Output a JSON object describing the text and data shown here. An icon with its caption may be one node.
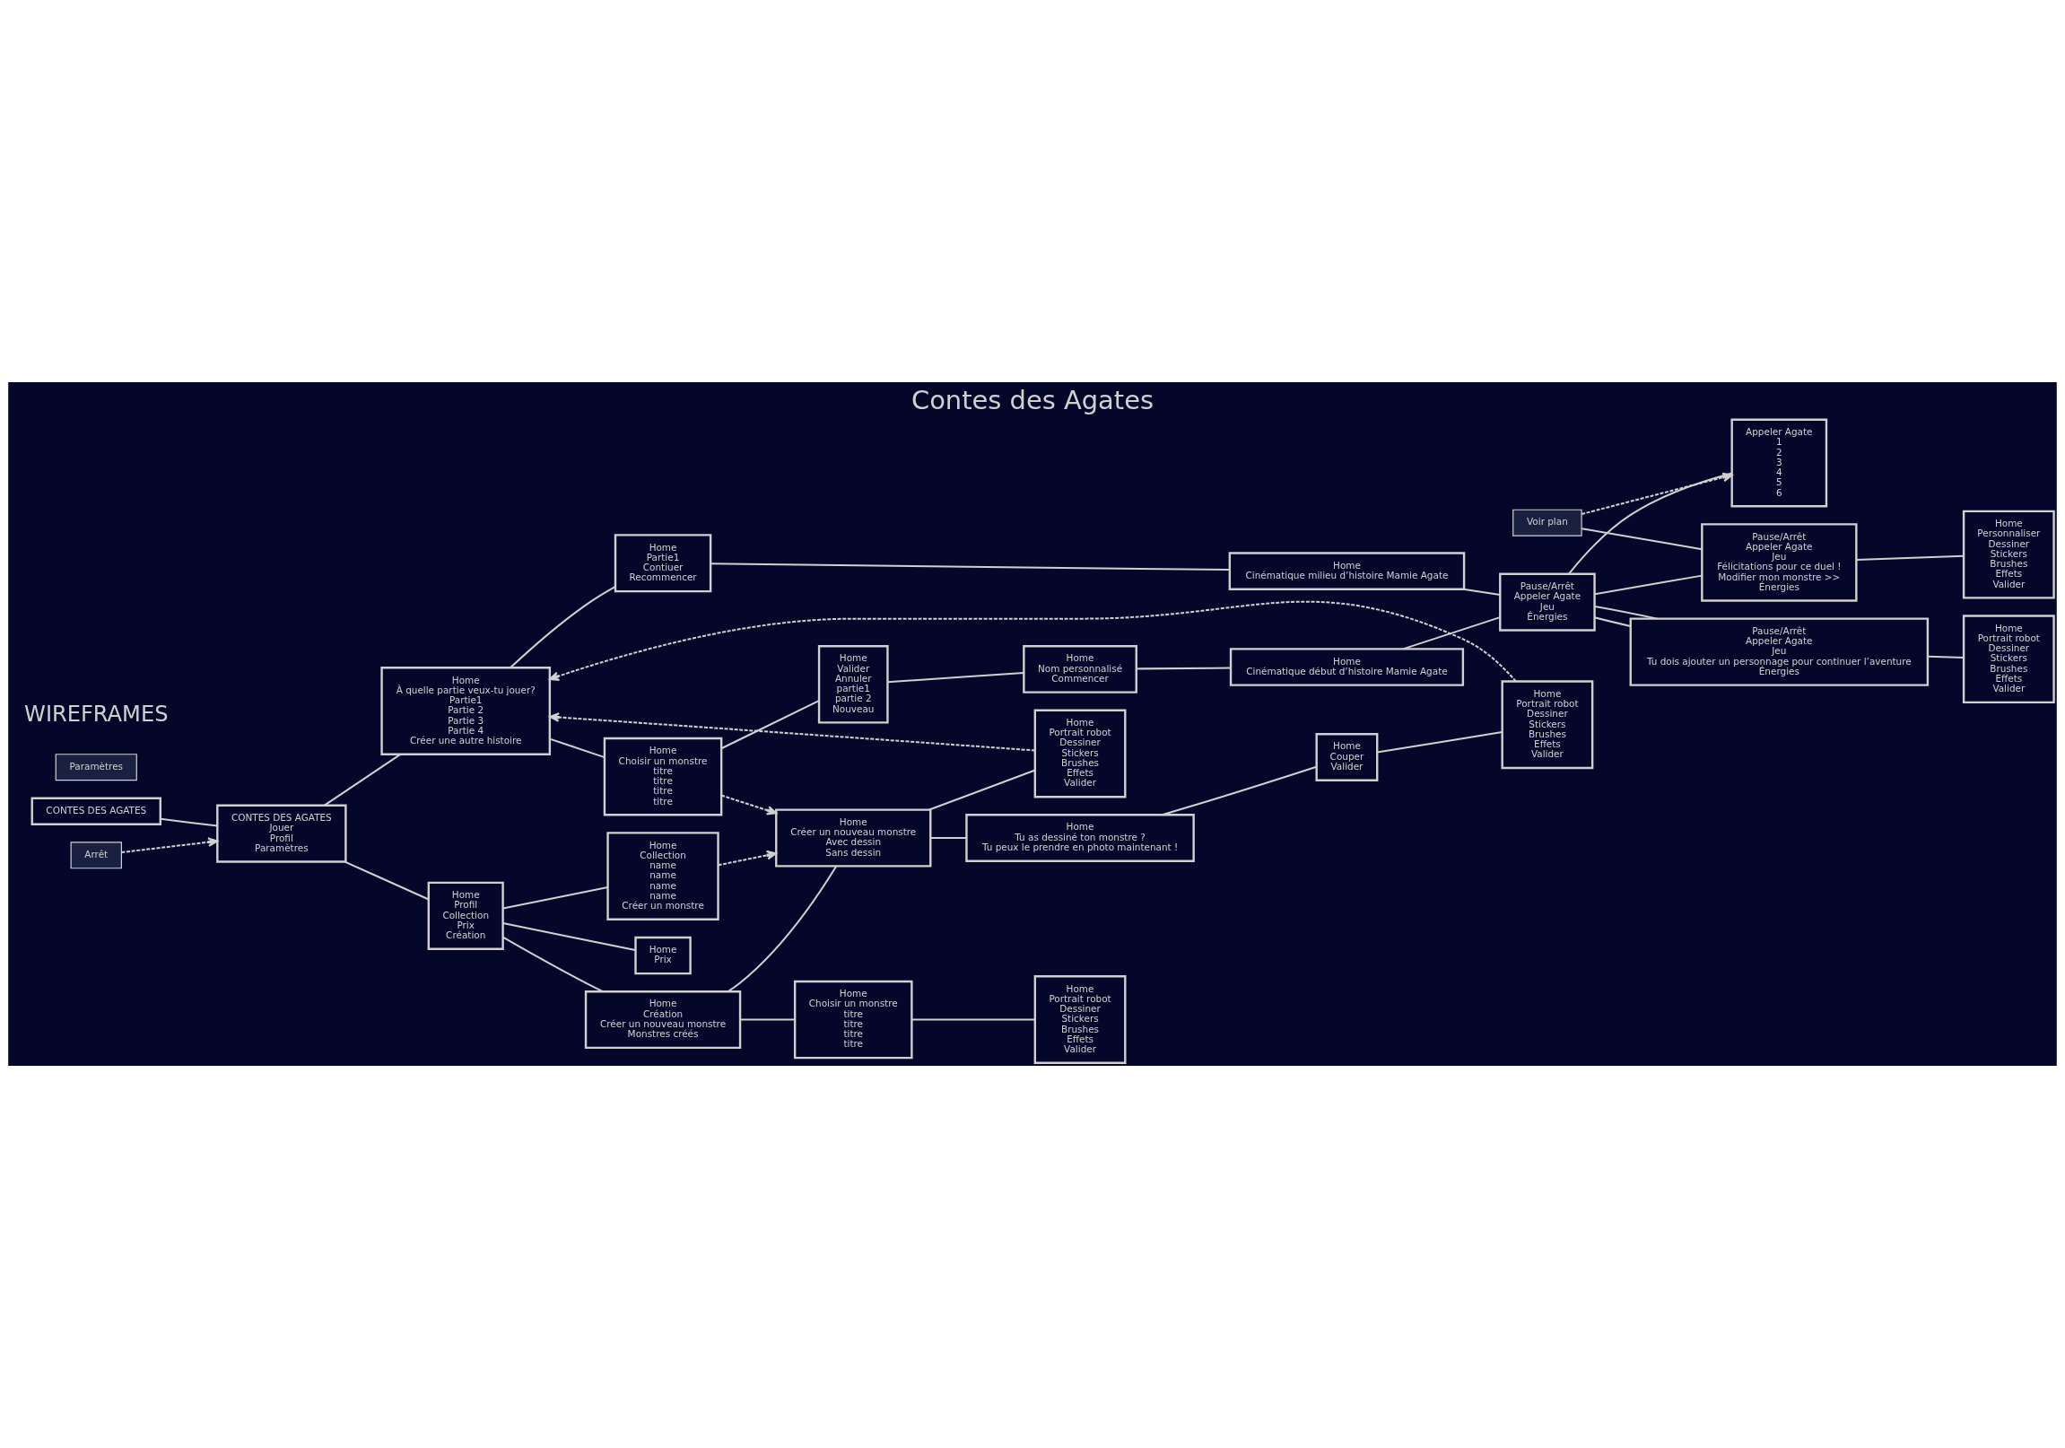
{
  "diagram": {
    "title": "Contes des Agates",
    "nodes": [
      {
        "text": [
          "CONTES DES AGATES"
        ]
      },
      {
        "text": [
          "CONTES DES AGATES",
          "Jouer",
          "Profil",
          "Paramètres"
        ]
      },
      {
        "text": [
          "Home",
          "À quelle partie veux-tu jouer?",
          "Partie1",
          "Partie 2",
          "Partie 3",
          "Partie 4",
          "Créer une autre histoire"
        ]
      },
      {
        "text": [
          "Home",
          "Partie1",
          "Contiuer",
          "Recommencer"
        ]
      },
      {
        "text": [
          "Home",
          "Cinématique milieu d’histoire Mamie Agate"
        ]
      },
      {
        "text": [
          "Home",
          "Choisir un monstre",
          "titre",
          "titre",
          "titre",
          "titre"
        ]
      },
      {
        "text": [
          "Home",
          "Valider",
          "Annuler",
          "partie1",
          "partie 2",
          "Nouveau"
        ]
      },
      {
        "text": [
          "Home",
          "Collection",
          "name",
          "name",
          "name",
          "name",
          "Créer un monstre"
        ]
      },
      {
        "text": [
          "Home",
          "Profil",
          "Collection",
          "Prix",
          "Création"
        ]
      },
      {
        "text": [
          "Home",
          "Prix"
        ]
      },
      {
        "text": [
          "Home",
          "Création",
          "Créer un nouveau monstre",
          "Monstres créés"
        ]
      },
      {
        "text": [
          "Home",
          "Créer un nouveau monstre",
          "Avec dessin",
          "Sans dessin"
        ]
      },
      {
        "text": [
          "Home",
          "Tu as dessiné ton monstre ?",
          "Tu peux le prendre en photo maintenant !"
        ]
      },
      {
        "text": [
          "Home",
          "Couper",
          "Valider"
        ]
      },
      {
        "text": [
          "Home",
          "Portrait robot",
          "Dessiner",
          "Stickers",
          "Brushes",
          "Effets",
          "Valider"
        ]
      },
      {
        "text": [
          "Home",
          "Portrait robot",
          "Dessiner",
          "Stickers",
          "Brushes",
          "Effets",
          "Valider"
        ]
      },
      {
        "text": [
          "Home",
          "Choisir un monstre",
          "titre",
          "titre",
          "titre",
          "titre"
        ]
      },
      {
        "text": [
          "Home",
          "Portrait robot",
          "Dessiner",
          "Stickers",
          "Brushes",
          "Effets",
          "Valider"
        ]
      },
      {
        "text": [
          "Home",
          "Nom personnalisé",
          "Commencer"
        ]
      },
      {
        "text": [
          "Home",
          "Cinématique début d’histoire Mamie Agate"
        ]
      },
      {
        "text": [
          "Pause/Arrêt",
          "Appeler Agate",
          "Jeu",
          "Énergies"
        ]
      },
      {
        "text": [
          "Pause/Arrêt",
          "Appeler Agate",
          "Jeu",
          "Félicitations pour ce duel !",
          "Modifier mon monstre >>",
          "Énergies"
        ]
      },
      {
        "text": [
          "Home",
          "Personnaliser",
          "Dessiner",
          "Stickers",
          "Brushes",
          "Effets",
          "Valider"
        ]
      },
      {
        "text": [
          "Pause/Arrêt",
          "Appeler Agate",
          "Jeu",
          "Tu dois ajouter un personnage pour continuer l’aventure",
          "Énergies"
        ]
      },
      {
        "text": [
          "Home",
          "Portrait robot",
          "Dessiner",
          "Stickers",
          "Brushes",
          "Effets",
          "Valider"
        ]
      },
      {
        "text": [
          "Appeler Agate",
          "1",
          "2",
          "3",
          "4",
          "5",
          "6"
        ]
      },
      {
        "text": [
          "Voir plan"
        ]
      },
      {
        "text": [
          "Arrêt"
        ]
      },
      {
        "text": [
          "Paramètres"
        ]
      }
    ],
    "edges": [
      {
        "from": 0,
        "to": 1,
        "arrow": "none"
      },
      {
        "from": 1,
        "to": 2,
        "arrow": "none"
      },
      {
        "from": 1,
        "to": 8,
        "arrow": "none"
      },
      {
        "from": 2,
        "to": 3,
        "arrow": "none"
      },
      {
        "from": 2,
        "to": 5,
        "arrow": "none"
      },
      {
        "from": 3,
        "to": 4,
        "arrow": "none"
      },
      {
        "from": 4,
        "to": 20,
        "arrow": "none"
      },
      {
        "from": 5,
        "to": 6,
        "arrow": "none"
      },
      {
        "from": 6,
        "to": 18,
        "arrow": "none"
      },
      {
        "from": 18,
        "to": 19,
        "arrow": "none"
      },
      {
        "from": 19,
        "to": 20,
        "arrow": "none"
      },
      {
        "from": 20,
        "to": 21,
        "arrow": "none"
      },
      {
        "from": 20,
        "to": 23,
        "arrow": "none"
      },
      {
        "from": 23,
        "to": 20,
        "arrow": "none"
      },
      {
        "from": 21,
        "to": 22,
        "arrow": "none"
      },
      {
        "from": 23,
        "to": 24,
        "arrow": "none"
      },
      {
        "from": 20,
        "to": 25,
        "arrow": "none"
      },
      {
        "from": 26,
        "to": 21,
        "arrow": "none"
      },
      {
        "from": 8,
        "to": 7,
        "arrow": "none"
      },
      {
        "from": 8,
        "to": 9,
        "arrow": "none"
      },
      {
        "from": 8,
        "to": 10,
        "arrow": "none"
      },
      {
        "from": 10,
        "to": 11,
        "arrow": "none"
      },
      {
        "from": 10,
        "to": 16,
        "arrow": "none"
      },
      {
        "from": 16,
        "to": 17,
        "arrow": "none"
      },
      {
        "from": 11,
        "to": 12,
        "arrow": "none"
      },
      {
        "from": 11,
        "to": 15,
        "arrow": "none"
      },
      {
        "from": 12,
        "to": 13,
        "arrow": "none"
      },
      {
        "from": 13,
        "to": 14,
        "arrow": "none"
      },
      {
        "from": 27,
        "to": 1,
        "arrow": "to",
        "style": "dashed"
      },
      {
        "from": 26,
        "to": 25,
        "arrow": "to",
        "style": "dashed"
      },
      {
        "from": 14,
        "to": 2,
        "arrow": "to",
        "style": "dashed"
      },
      {
        "from": 15,
        "to": 2,
        "arrow": "to",
        "style": "dashed"
      },
      {
        "from": 5,
        "to": 11,
        "arrow": "to",
        "style": "dashed"
      },
      {
        "from": 7,
        "to": 11,
        "arrow": "to",
        "style": "dashed"
      }
    ],
    "labels": [
      "WIREFRAMES"
    ]
  }
}
